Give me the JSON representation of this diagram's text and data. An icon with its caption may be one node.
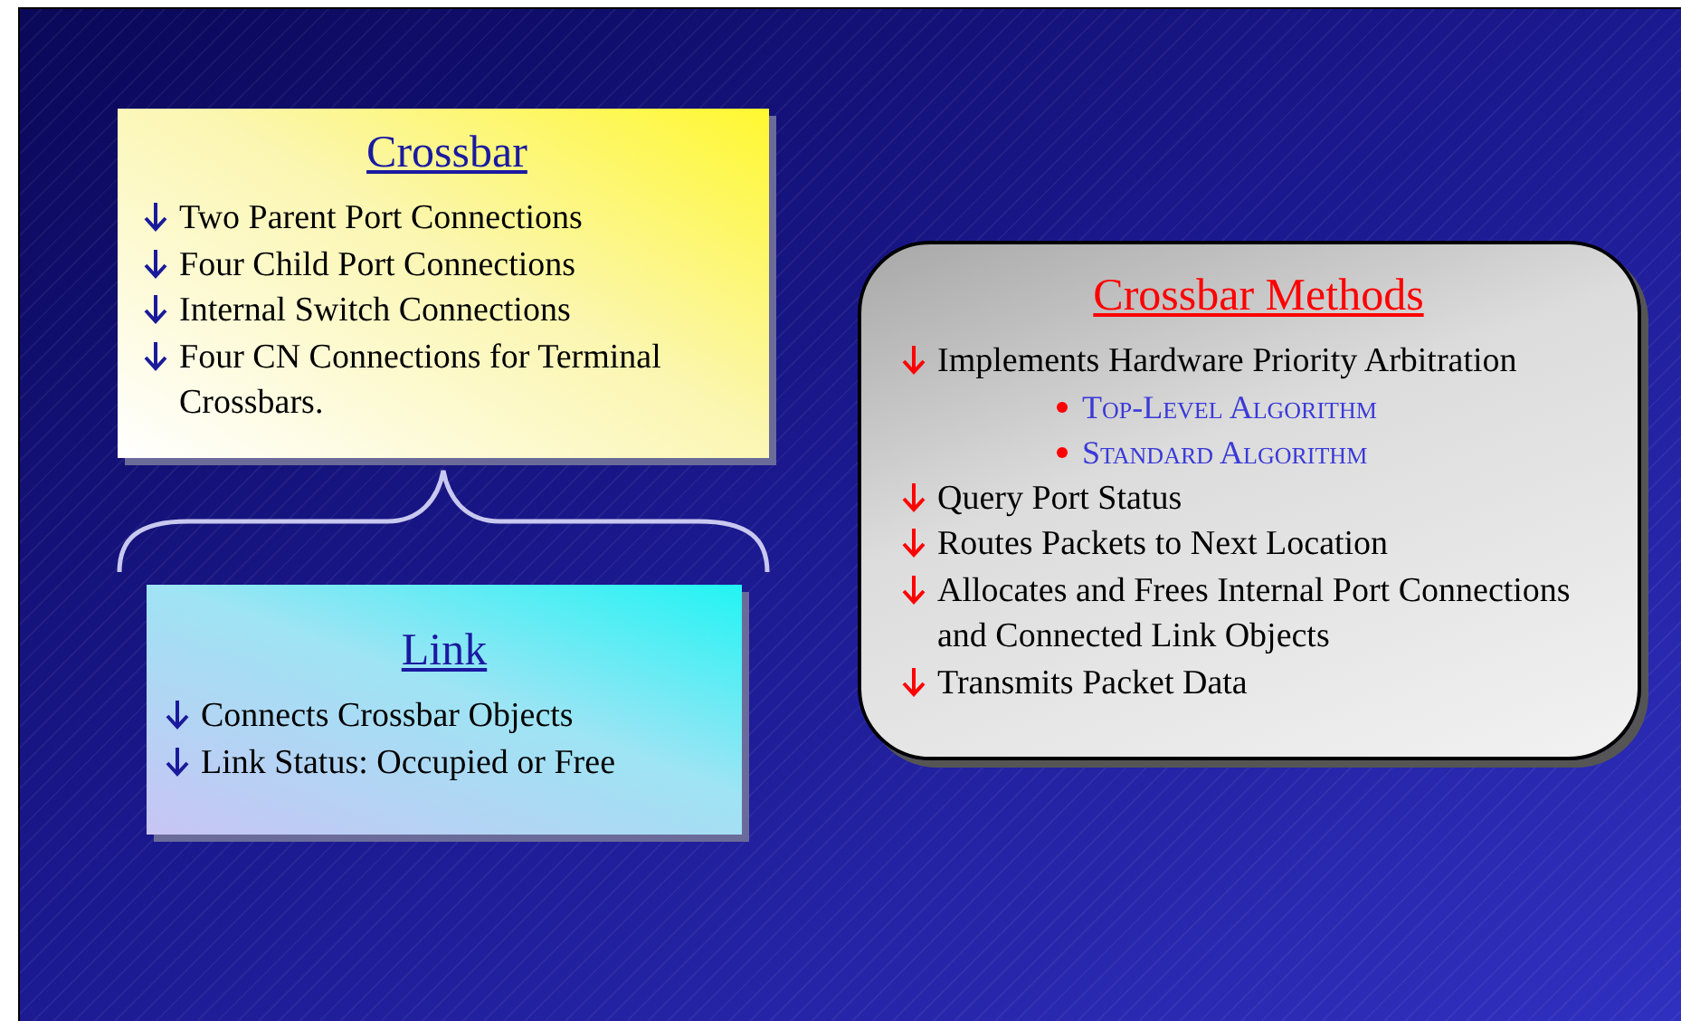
{
  "diagram": {
    "nodes": [
      {
        "text": [
          "Crossbar",
          "Two Parent Port Connections",
          "Four Child Port Connections",
          "Internal Switch Connections",
          "Four CN Connections for Terminal Crossbars."
        ]
      },
      {
        "text": [
          "Link",
          "Connects Crossbar Objects",
          "Link Status: Occupied or Free"
        ]
      },
      {
        "text": [
          "Crossbar Methods",
          "Implements Hardware Priority Arbitration",
          "Top-Level Algorithm",
          "Standard Algorithm",
          "Query Port Status",
          "Routes Packets to Next Location",
          "Allocates and Frees Internal Port Connections and Connected Link Objects",
          "Transmits Packet Data"
        ]
      }
    ]
  }
}
